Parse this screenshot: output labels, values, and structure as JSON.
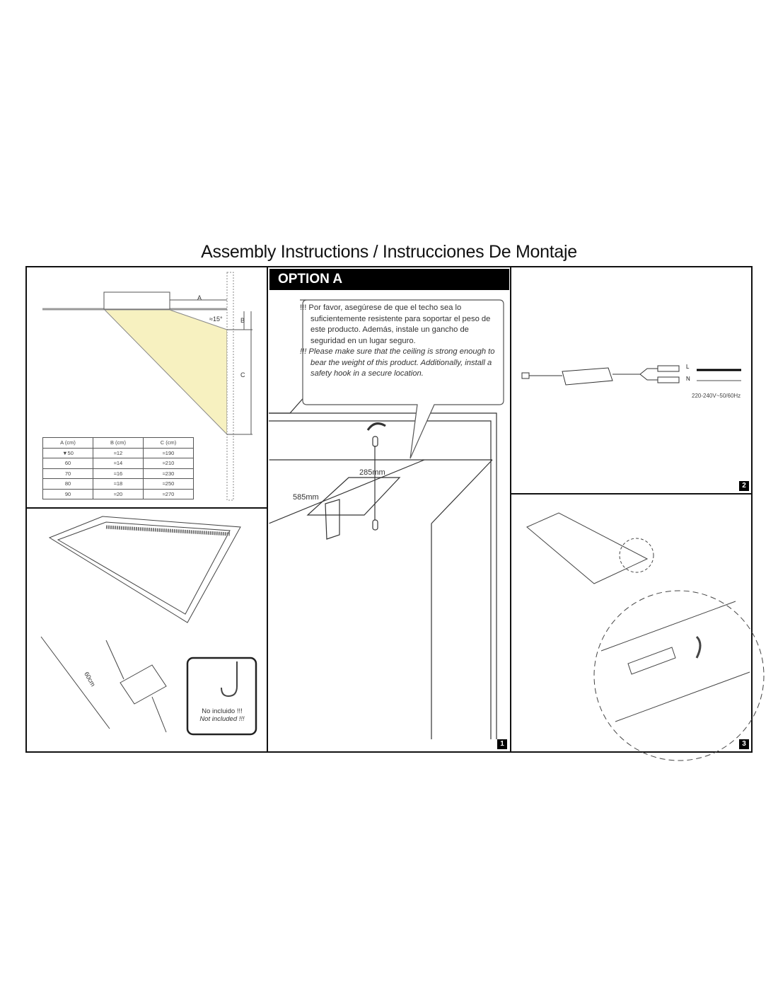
{
  "title": "Assembly Instructions / Instrucciones De Montaje",
  "option_label": "OPTION A",
  "warning": {
    "es": "!!! Por favor, asegúrese de que el techo sea lo suficientemente resistente para soportar el peso de este producto. Además, instale un gancho de seguridad en un lugar seguro.",
    "en": "!!! Please make sure that the ceiling is strong enough to bear the weight of this product. Additionally, install a safety hook in a secure location."
  },
  "beam_diagram": {
    "labels": {
      "a": "A",
      "b": "B",
      "c": "C",
      "angle": "≈15°"
    },
    "table": {
      "headers": [
        "A (cm)",
        "B (cm)",
        "C (cm)"
      ],
      "rows": [
        [
          "▼50",
          "≈12",
          "≈190"
        ],
        [
          "60",
          "≈14",
          "≈210"
        ],
        [
          "70",
          "≈16",
          "≈230"
        ],
        [
          "80",
          "≈18",
          "≈250"
        ],
        [
          "90",
          "≈20",
          "≈270"
        ]
      ]
    }
  },
  "cutout": {
    "width": "285mm",
    "length": "585mm"
  },
  "cable_length": "60cm",
  "not_included": {
    "es": "No incluido !!!",
    "en": "Not included !!!"
  },
  "wiring": {
    "l": "L",
    "n": "N",
    "voltage": "220-240V~50/60Hz"
  },
  "steps": [
    "1",
    "2",
    "3"
  ],
  "colors": {
    "beam": "#f7f1c0",
    "header": "#000000"
  }
}
